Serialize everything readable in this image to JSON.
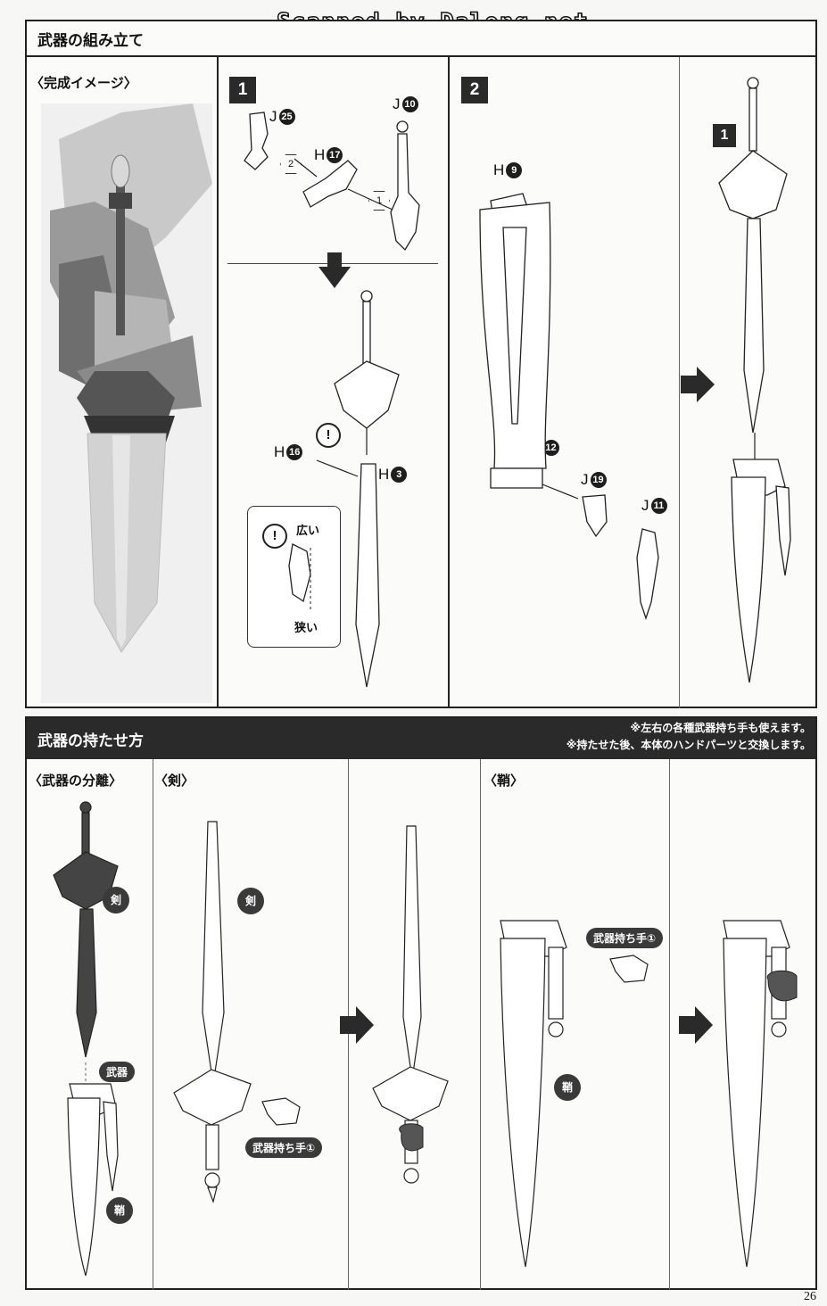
{
  "watermark": "Scanned by Dalong.net",
  "section1": {
    "title": "武器の組み立て",
    "completed_label": "〈完成イメージ〉",
    "step1": {
      "number": "1",
      "parts": [
        {
          "letter": "J",
          "num": "25"
        },
        {
          "letter": "H",
          "num": "17"
        },
        {
          "letter": "J",
          "num": "10"
        },
        {
          "letter": "H",
          "num": "16"
        },
        {
          "letter": "H",
          "num": "3"
        }
      ],
      "order": [
        "1",
        "2"
      ],
      "warning_mark": "!",
      "detail_wide": "広い",
      "detail_narrow": "狭い"
    },
    "step2": {
      "number": "2",
      "sub_number": "1",
      "parts": [
        {
          "letter": "H",
          "num": "9"
        },
        {
          "letter": "J",
          "num": "12"
        },
        {
          "letter": "J",
          "num": "19"
        },
        {
          "letter": "J",
          "num": "11"
        }
      ]
    }
  },
  "section2": {
    "title": "武器の持たせ方",
    "note1": "※左右の各種武器持ち手も使えます。",
    "note2": "※持たせた後、本体のハンドパーツと交換します。",
    "separate_label": "〈武器の分離〉",
    "sword_label": "〈剣〉",
    "sheath_label": "〈鞘〉",
    "tags": {
      "sword": "剣",
      "weapon": "武器",
      "sheath": "鞘",
      "hand": "武器持ち手①"
    }
  },
  "page_number": "26"
}
